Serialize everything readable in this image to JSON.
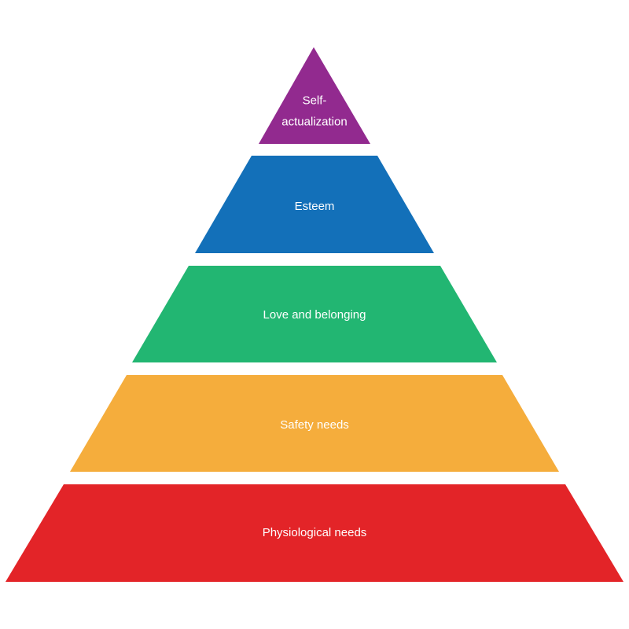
{
  "pyramid": {
    "tiers": [
      {
        "label_lines": [
          "Self-",
          "actualization"
        ],
        "color": "#922a8f"
      },
      {
        "label_lines": [
          "Esteem"
        ],
        "color": "#1370b9"
      },
      {
        "label_lines": [
          "Love and belonging"
        ],
        "color": "#22b672"
      },
      {
        "label_lines": [
          "Safety needs"
        ],
        "color": "#f5ad3c"
      },
      {
        "label_lines": [
          "Physiological needs"
        ],
        "color": "#e32428"
      }
    ]
  }
}
